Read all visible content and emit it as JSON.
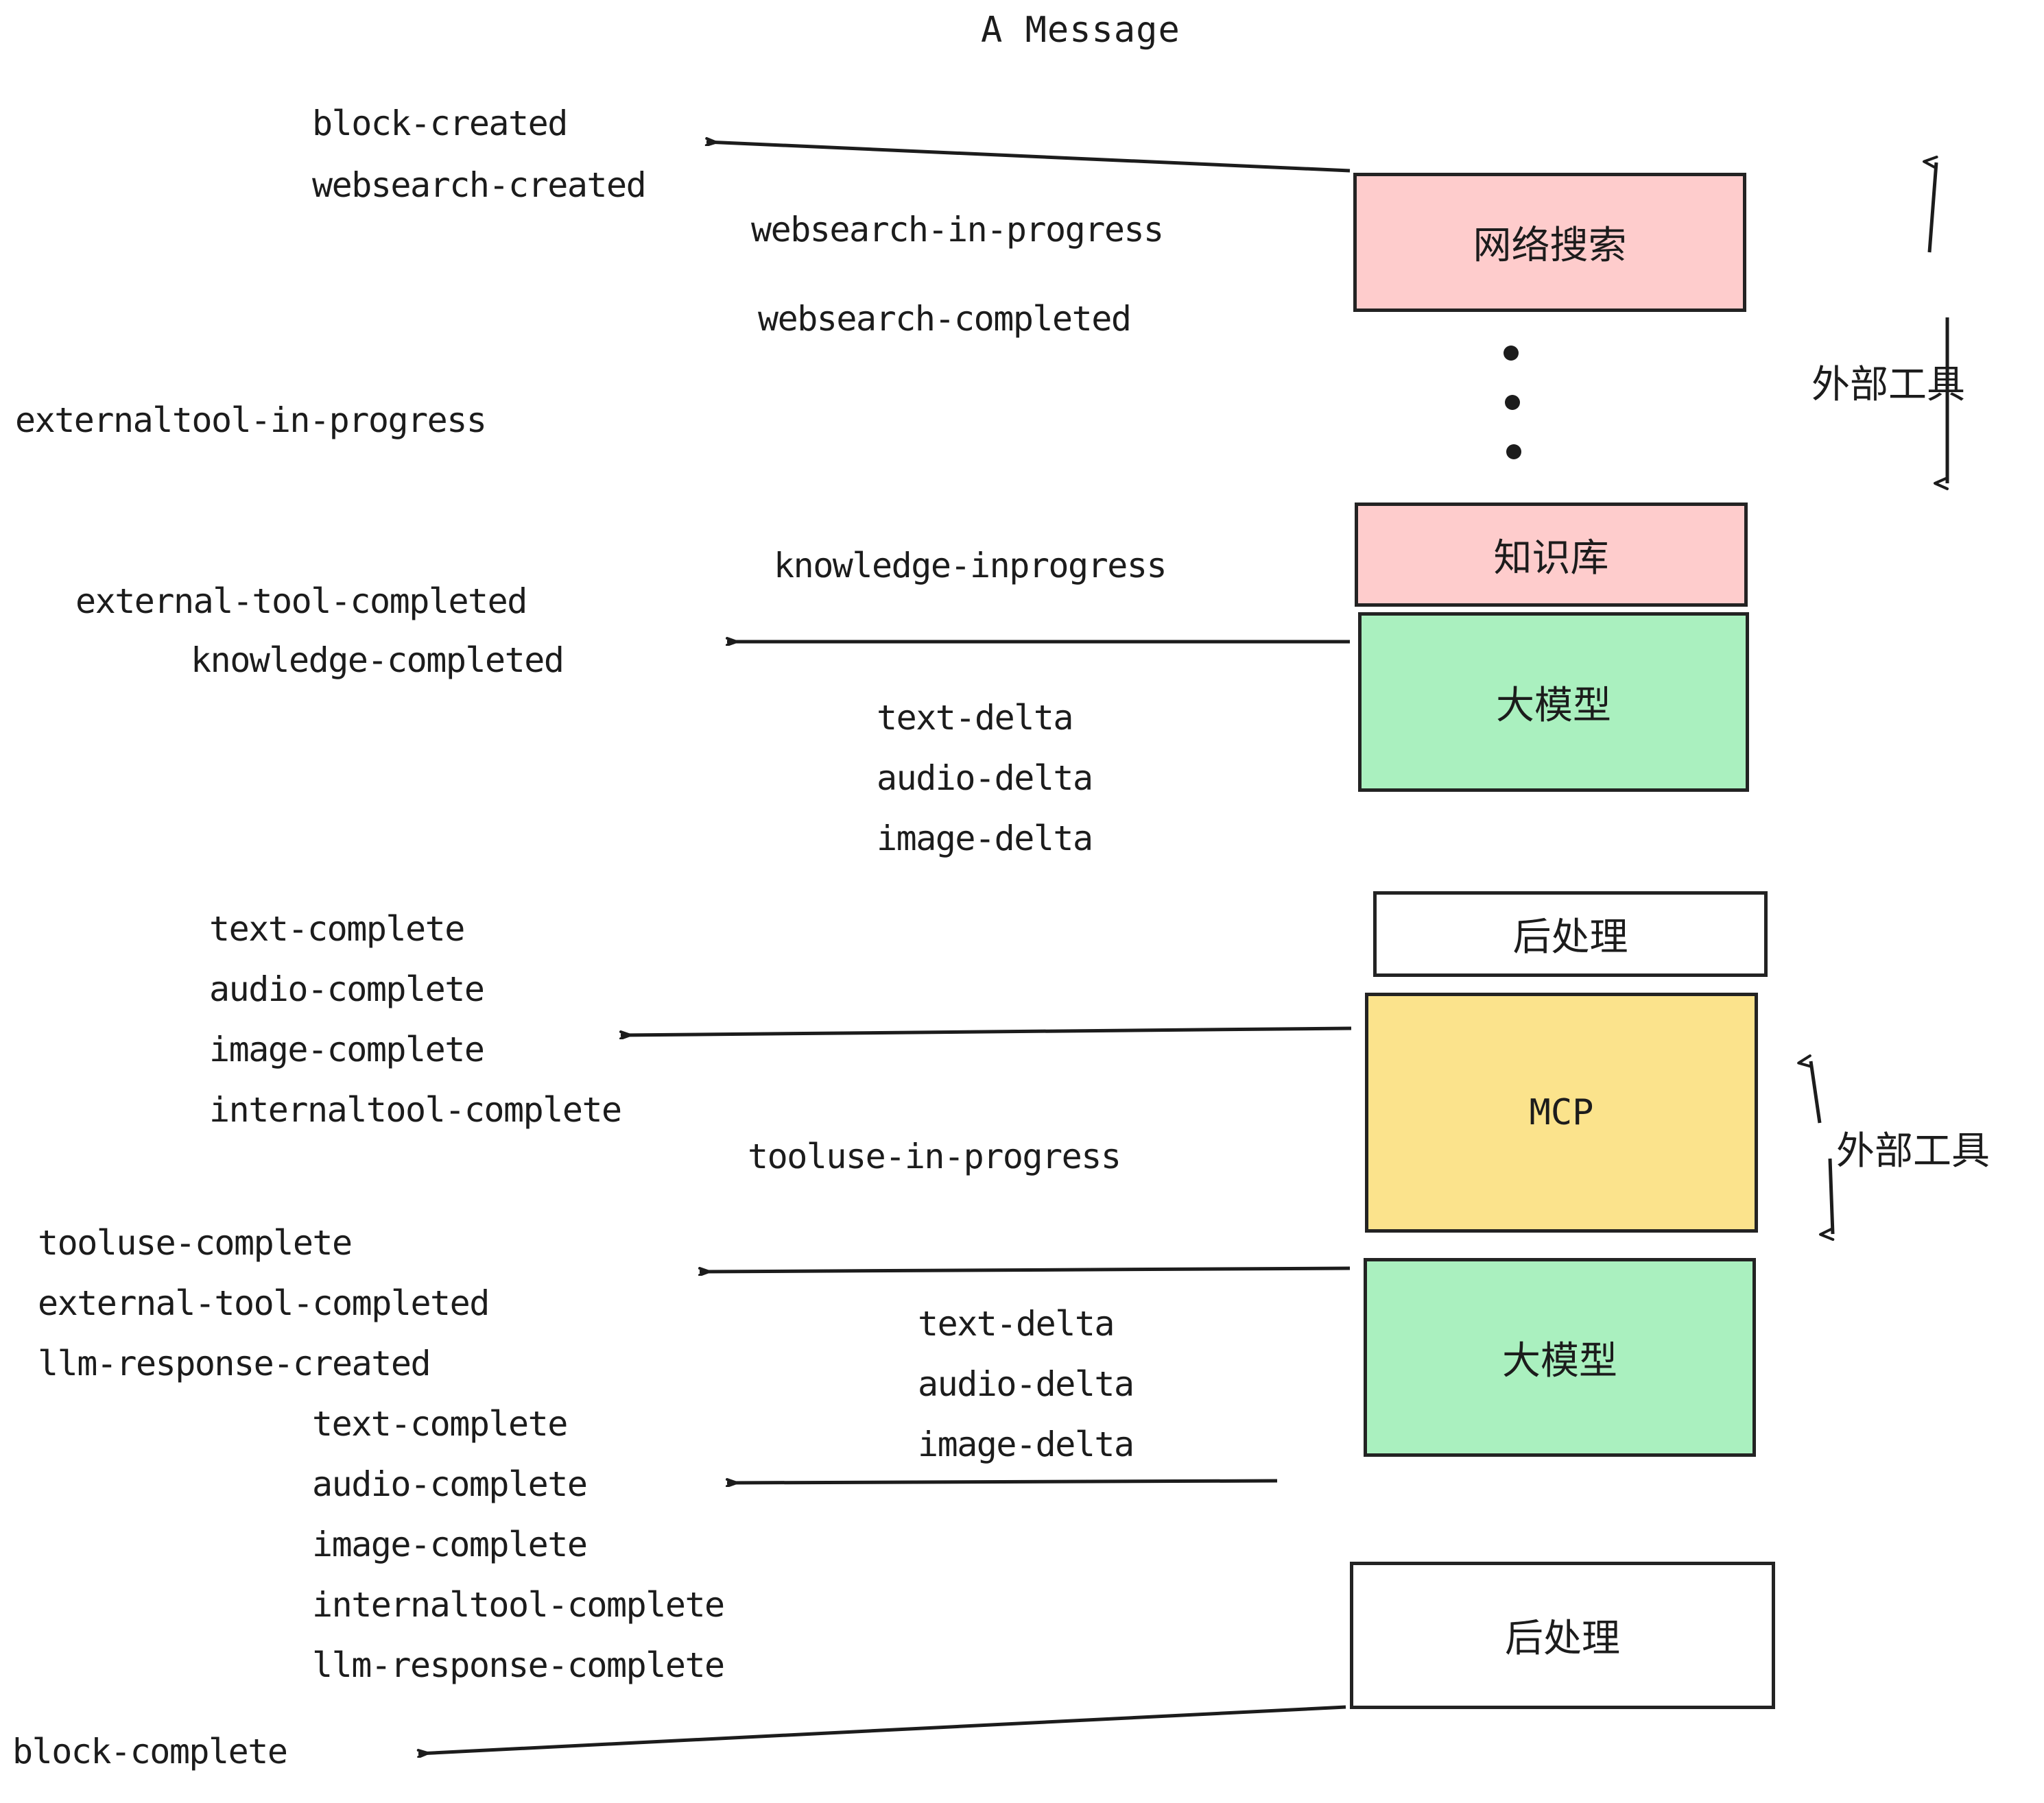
{
  "title": "A Message",
  "colors": {
    "pink": "#fecccc",
    "green": "#aaf0bf",
    "yellow": "#fbe38c",
    "white": "#ffffff",
    "stroke": "#232323",
    "text": "#1c1c1c"
  },
  "boxes": [
    {
      "id": "websearch",
      "label": "网络搜索",
      "fill": "#fecccc",
      "mono": false
    },
    {
      "id": "knowledge",
      "label": "知识库",
      "fill": "#fecccc",
      "mono": false
    },
    {
      "id": "llm-1",
      "label": "大模型",
      "fill": "#aaf0bf",
      "mono": false
    },
    {
      "id": "postprocess-1",
      "label": "后处理",
      "fill": "#ffffff",
      "mono": false
    },
    {
      "id": "mcp",
      "label": "MCP",
      "fill": "#fbe38c",
      "mono": true
    },
    {
      "id": "llm-2",
      "label": "大模型",
      "fill": "#aaf0bf",
      "mono": false
    },
    {
      "id": "postprocess-2",
      "label": "后处理",
      "fill": "#ffffff",
      "mono": false
    }
  ],
  "group_labels": [
    {
      "id": "external-tools-top",
      "label": "外部工具"
    },
    {
      "id": "external-tools-bottom",
      "label": "外部工具"
    }
  ],
  "events": [
    {
      "id": "block-created",
      "text": "block-created"
    },
    {
      "id": "websearch-created",
      "text": "websearch-created"
    },
    {
      "id": "websearch-in-progress",
      "text": "websearch-in-progress"
    },
    {
      "id": "websearch-completed",
      "text": "websearch-completed"
    },
    {
      "id": "externaltool-in-progress",
      "text": "externaltool-in-progress"
    },
    {
      "id": "knowledge-inprogress",
      "text": "knowledge-inprogress"
    },
    {
      "id": "external-tool-completed-1",
      "text": "external-tool-completed"
    },
    {
      "id": "knowledge-completed",
      "text": "knowledge-completed"
    },
    {
      "id": "text-delta-1",
      "text": "text-delta"
    },
    {
      "id": "audio-delta-1",
      "text": "audio-delta"
    },
    {
      "id": "image-delta-1",
      "text": "image-delta"
    },
    {
      "id": "text-complete-1",
      "text": "text-complete"
    },
    {
      "id": "audio-complete-1",
      "text": "audio-complete"
    },
    {
      "id": "image-complete-1",
      "text": "image-complete"
    },
    {
      "id": "internaltool-complete-1",
      "text": "internaltool-complete"
    },
    {
      "id": "tooluse-in-progress",
      "text": "tooluse-in-progress"
    },
    {
      "id": "tooluse-complete",
      "text": "tooluse-complete"
    },
    {
      "id": "external-tool-completed-2",
      "text": "external-tool-completed"
    },
    {
      "id": "llm-response-created",
      "text": "llm-response-created"
    },
    {
      "id": "text-delta-2",
      "text": "text-delta"
    },
    {
      "id": "audio-delta-2",
      "text": "audio-delta"
    },
    {
      "id": "image-delta-2",
      "text": "image-delta"
    },
    {
      "id": "text-complete-2",
      "text": "text-complete"
    },
    {
      "id": "audio-complete-2",
      "text": "audio-complete"
    },
    {
      "id": "image-complete-2",
      "text": "image-complete"
    },
    {
      "id": "internaltool-complete-2",
      "text": "internaltool-complete"
    },
    {
      "id": "llm-response-complete",
      "text": "llm-response-complete"
    },
    {
      "id": "block-complete",
      "text": "block-complete"
    }
  ]
}
